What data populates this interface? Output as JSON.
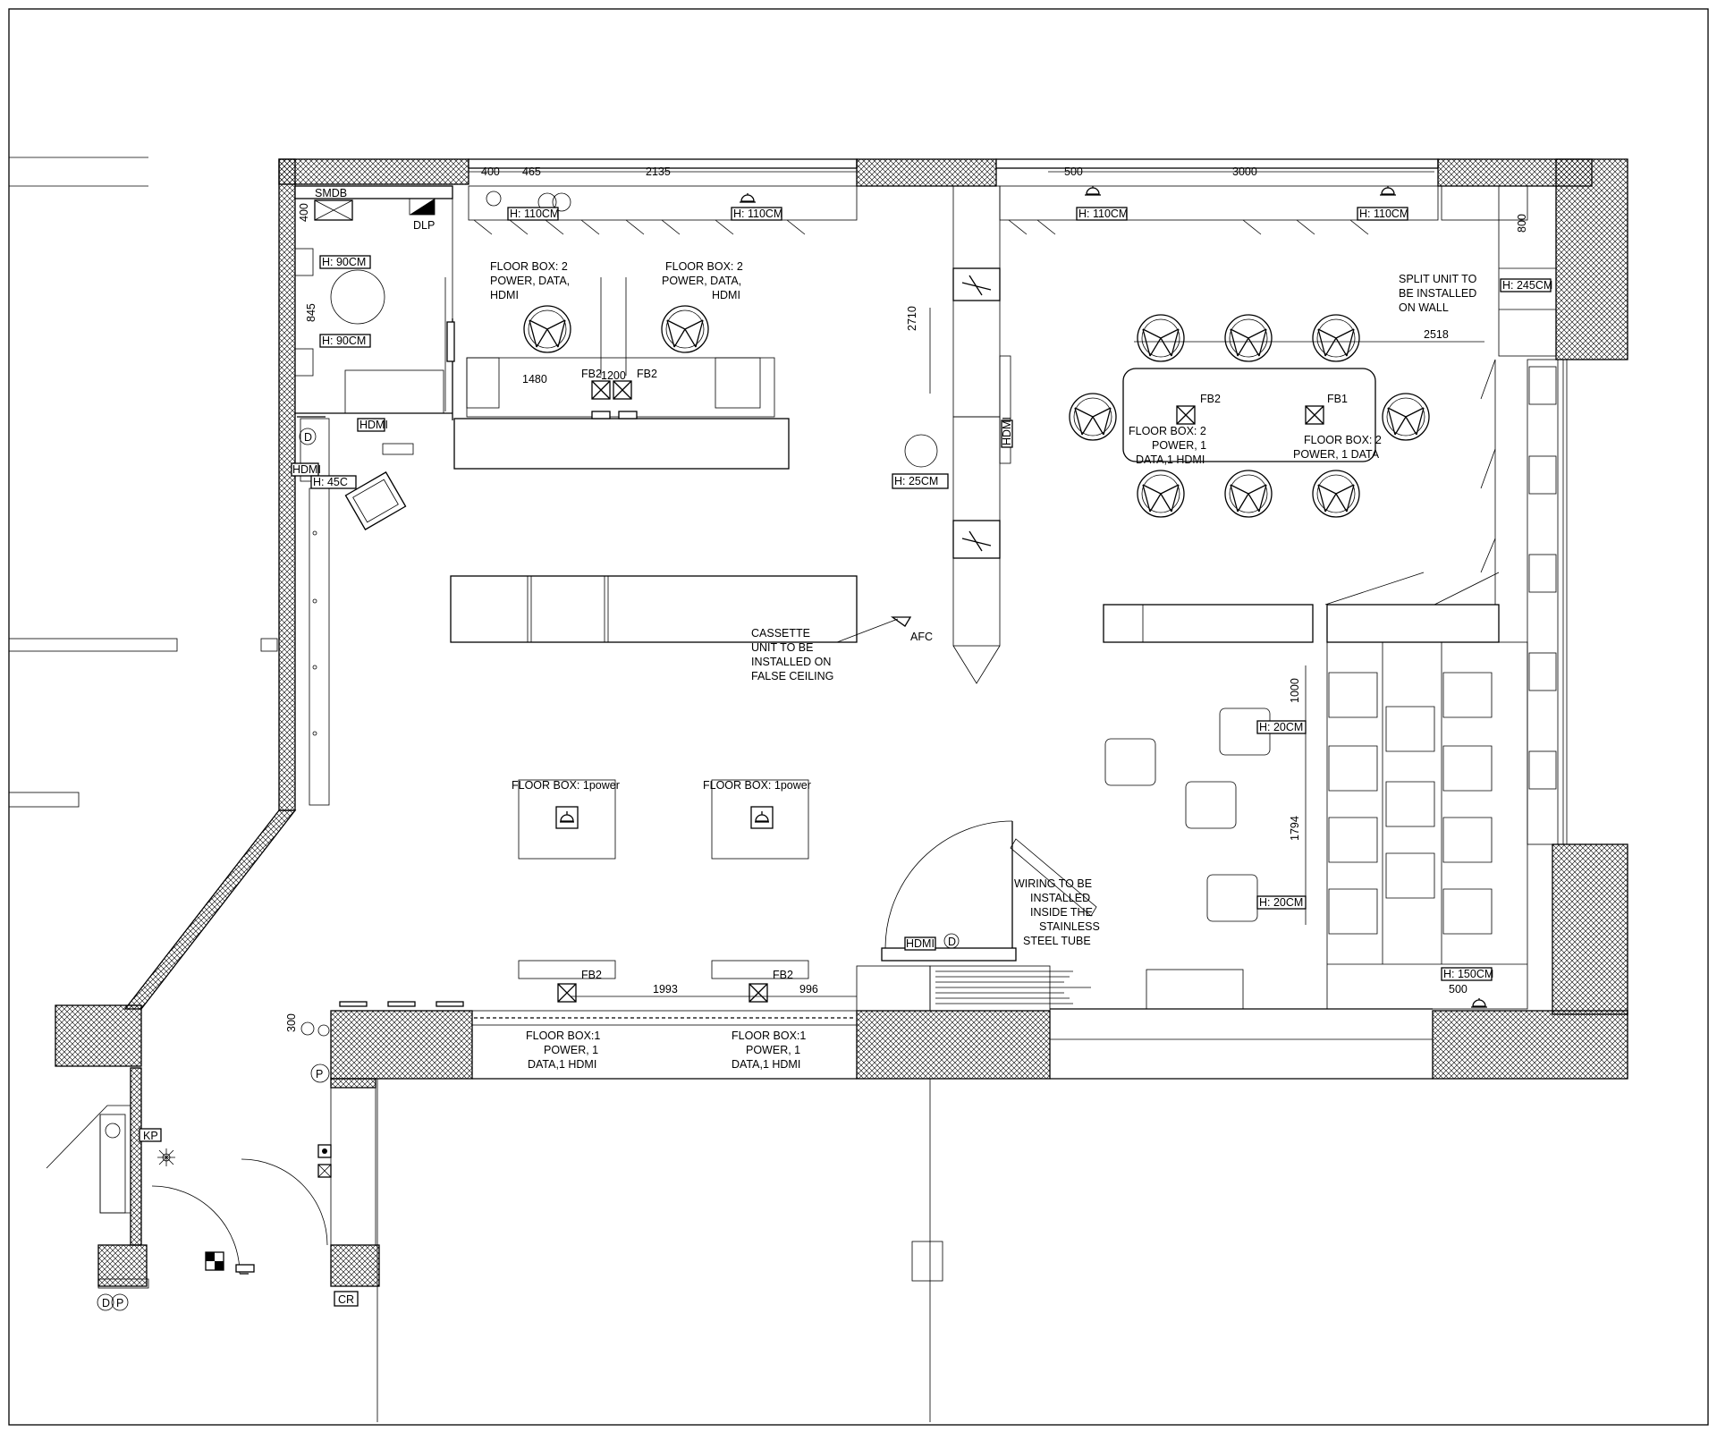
{
  "labels": {
    "smdb": "SMDB",
    "dlp": "DLP",
    "split_unit": [
      "SPLIT UNIT TO",
      "BE INSTALLED",
      "ON WALL"
    ],
    "cassette": [
      "CASSETTE",
      "UNIT TO BE",
      "INSTALLED ON",
      "FALSE CEILING"
    ],
    "afc": "AFC",
    "wiring": [
      "WIRING TO BE",
      "INSTALLED",
      "INSIDE THE",
      "STAINLESS",
      "STEEL TUBE"
    ],
    "fb1": "FB1",
    "fb2": "FB2",
    "hdmi": "HDMI",
    "kp": "KP",
    "cr": "CR",
    "d": "D",
    "p": "P"
  },
  "floor_boxes": {
    "workstation_left": [
      "FLOOR BOX: 2",
      "POWER, DATA,",
      "HDMI"
    ],
    "workstation_right": [
      "FLOOR BOX: 2",
      "POWER, DATA,",
      "HDMI"
    ],
    "meeting_left": [
      "FLOOR BOX: 2",
      "POWER, 1",
      "DATA,1 HDMI"
    ],
    "meeting_right": [
      "FLOOR BOX: 2",
      "POWER, 1 DATA"
    ],
    "center_left": "FLOOR BOX:  1power",
    "center_right": "FLOOR BOX:  1power",
    "bottom_left": [
      "FLOOR BOX:1",
      "POWER, 1",
      "DATA,1 HDMI"
    ],
    "bottom_right": [
      "FLOOR BOX:1",
      "POWER, 1",
      "DATA,1 HDMI"
    ]
  },
  "heights": {
    "h110_1": "H: 110CM",
    "h110_2": "H: 110CM",
    "h110_3": "H: 110CM",
    "h110_4": "H: 110CM",
    "h90_1": "H: 90CM",
    "h90_2": "H: 90CM",
    "h45": "H: 45C",
    "h245": "H: 245CM",
    "h25": "H: 25CM",
    "h20_1": "H: 20CM",
    "h20_2": "H: 20CM",
    "h150": "H: 150CM"
  },
  "dimensions": {
    "d400_top": "400",
    "d465": "465",
    "d2135": "2135",
    "d500_top": "500",
    "d3000": "3000",
    "d800": "800",
    "d2518": "2518",
    "d2710": "2710",
    "d1480": "1480",
    "d1200": "1200",
    "d400_left": "400",
    "d845": "845",
    "d1000": "1000",
    "d1794": "1794",
    "d1993": "1993",
    "d996": "996",
    "d500_bottom": "500",
    "d300": "300"
  }
}
